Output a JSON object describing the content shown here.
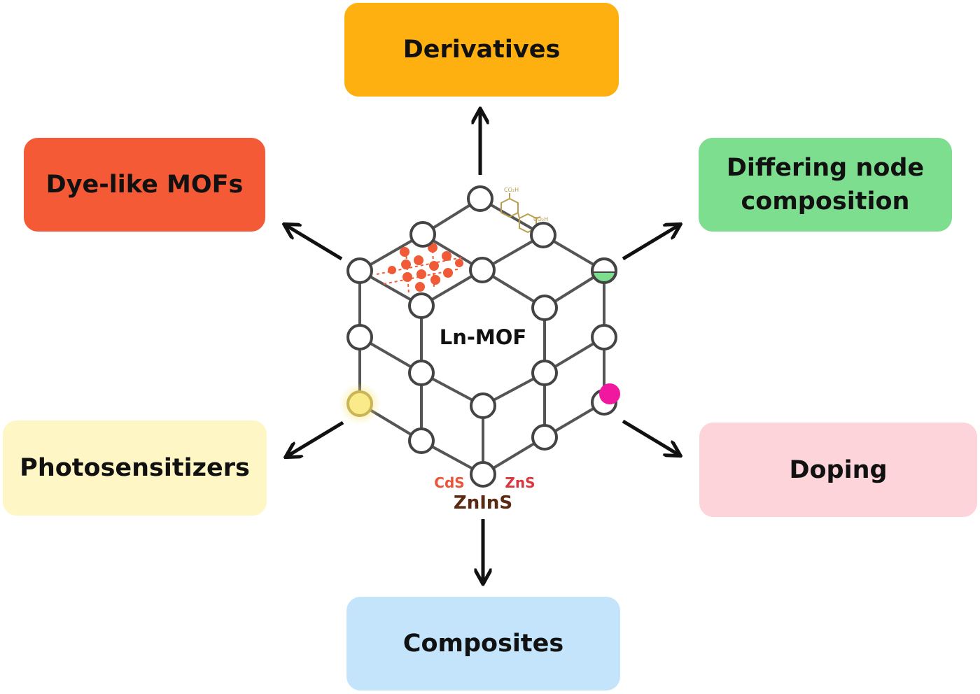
{
  "center_label": "Ln-MOF",
  "boxes": {
    "derivatives": {
      "label": "Derivatives",
      "color": "#FDB00F"
    },
    "dye_like": {
      "label": "Dye-like MOFs",
      "color": "#F45A35"
    },
    "differing": {
      "label_line1": "Differing node",
      "label_line2": "composition",
      "color": "#7EDE8F"
    },
    "photosensitizers": {
      "label": "Photosensitizers",
      "color": "#FEF6C4"
    },
    "doping": {
      "label": "Doping",
      "color": "#FDD4DA"
    },
    "composites": {
      "label": "Composites",
      "color": "#C3E4FB"
    }
  },
  "composite_labels": {
    "cds": {
      "text": "CdS",
      "color": "#E8553A"
    },
    "zns": {
      "text": "ZnS",
      "color": "#D9363E"
    },
    "zninS": {
      "text": "ZnInS",
      "color": "#5A2A12"
    }
  },
  "linker_labels": {
    "a": "CO₂H",
    "b": "CO₂H"
  },
  "colors": {
    "node_stroke": "#444444",
    "edge": "#555555",
    "arrow": "#111111",
    "dye_dots": "#F05A36",
    "half_node": "#7EDE8F",
    "dopant": "#F0189F",
    "glow": "#F7E36A",
    "linker": "#B8A050"
  }
}
